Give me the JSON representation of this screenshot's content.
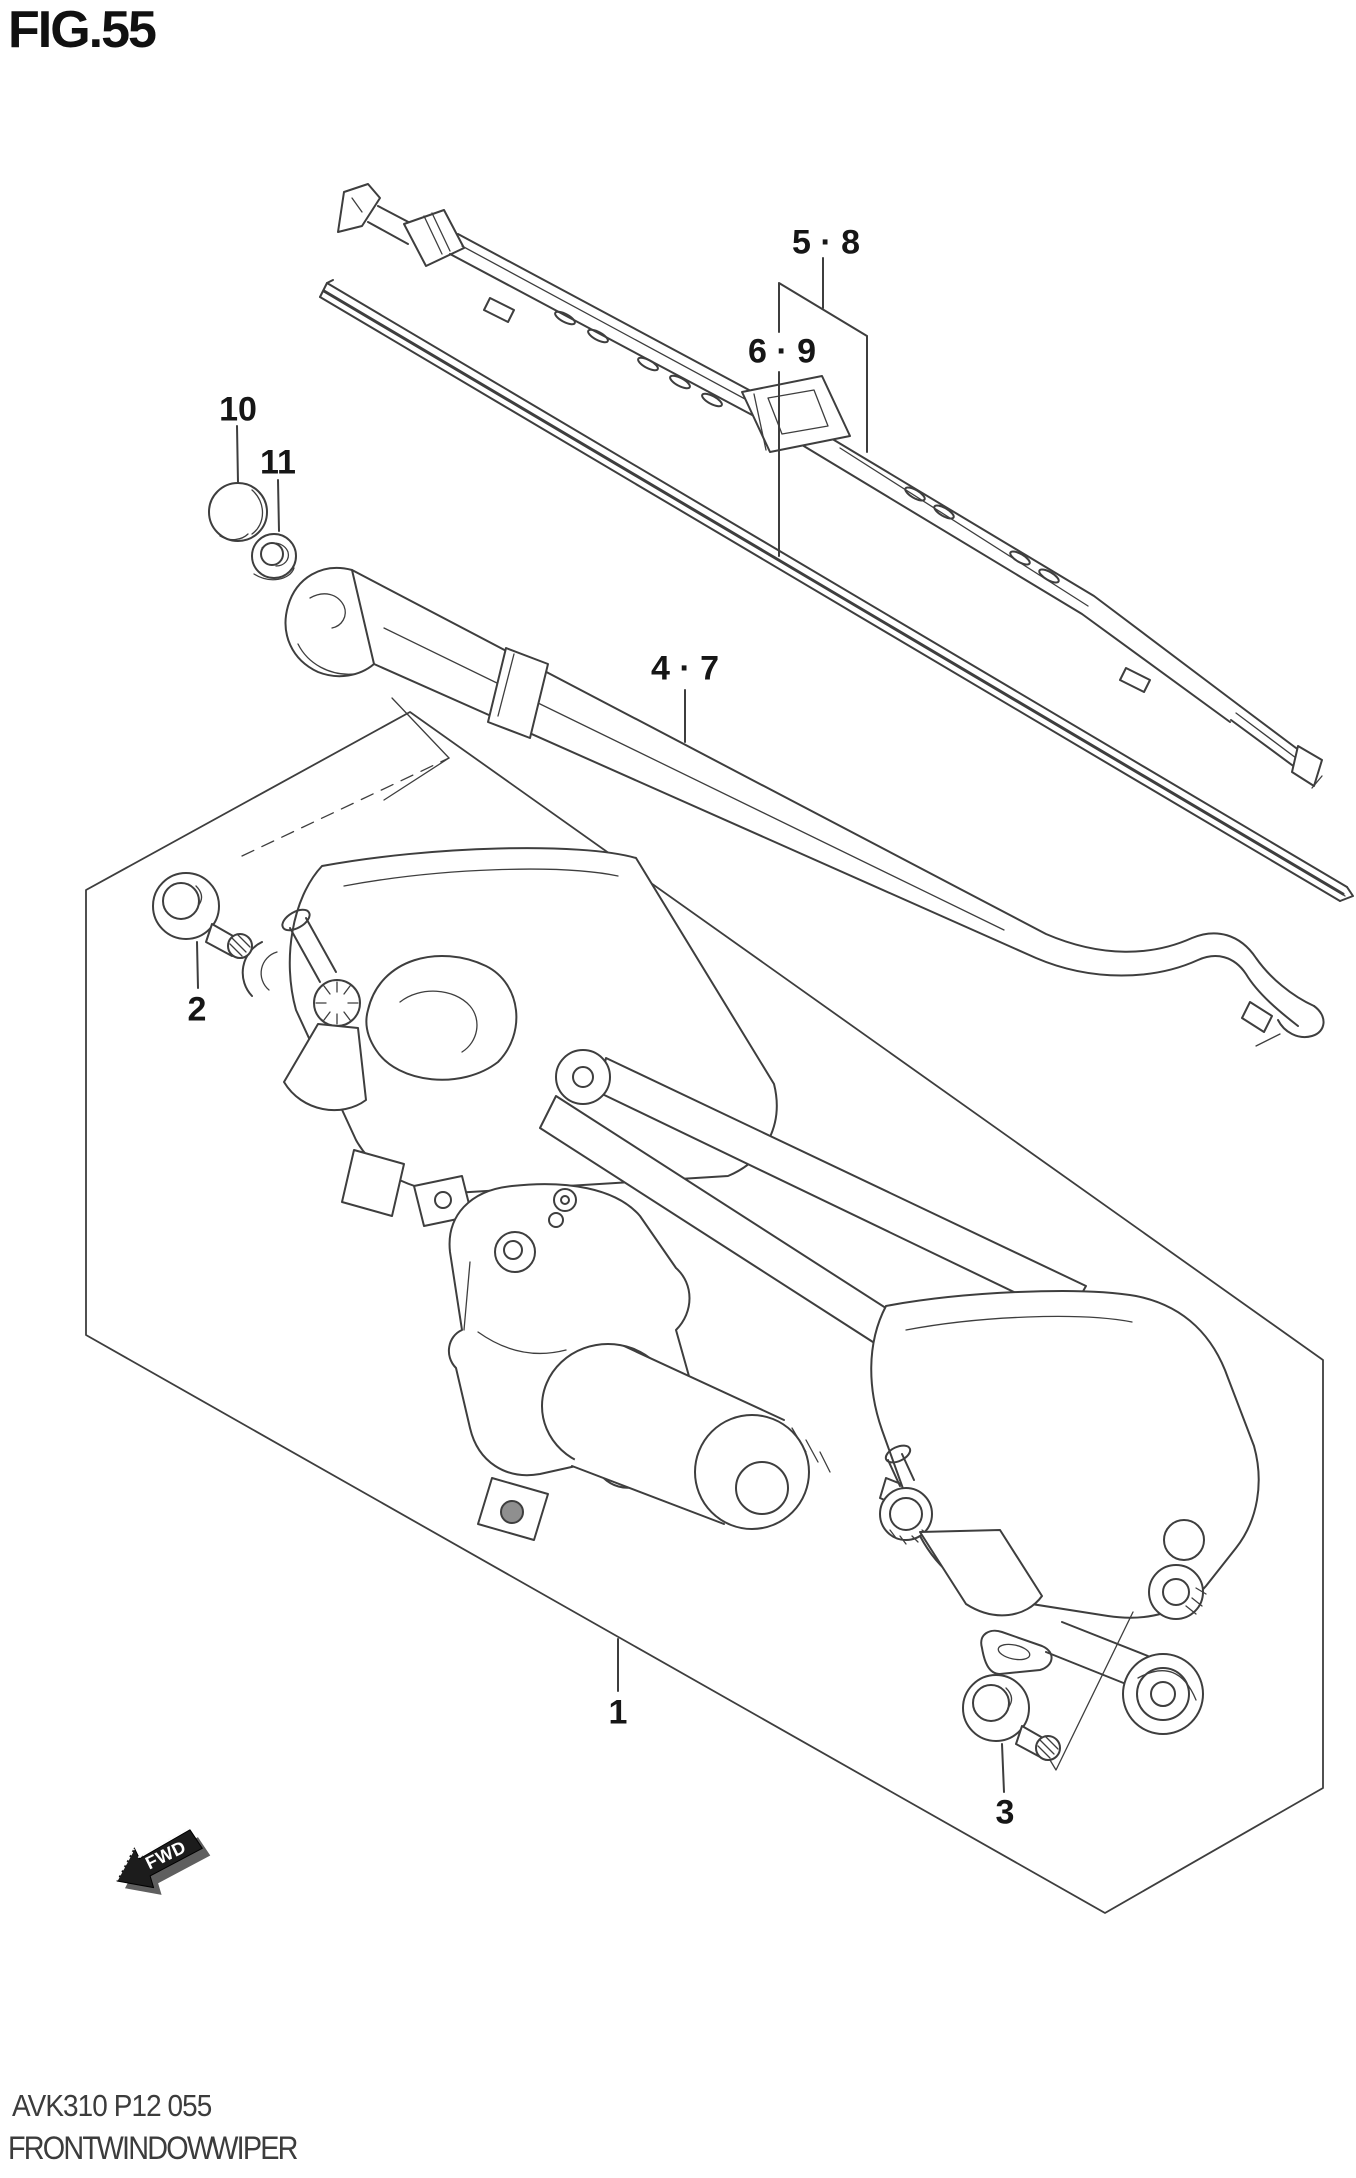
{
  "figure": {
    "number": "FIG.55",
    "code": "AVK310 P12 055",
    "caption": "FRONT WINDOW WIPER"
  },
  "direction_indicator": {
    "label": "FWD"
  },
  "callouts": {
    "assembly": {
      "label": "1"
    },
    "bolt_left": {
      "label": "2"
    },
    "bolt_right": {
      "label": "3"
    },
    "arm": {
      "label": "4 · 7"
    },
    "blade": {
      "label": "5 · 8"
    },
    "rubber": {
      "label": "6 · 9"
    },
    "cap": {
      "label": "10"
    },
    "nut": {
      "label": "11"
    }
  },
  "colors": {
    "diagram_line": "#3e3e3e",
    "label_text": "#161616",
    "fwd_arrow": "#1c1c1c",
    "background": "#ffffff"
  }
}
